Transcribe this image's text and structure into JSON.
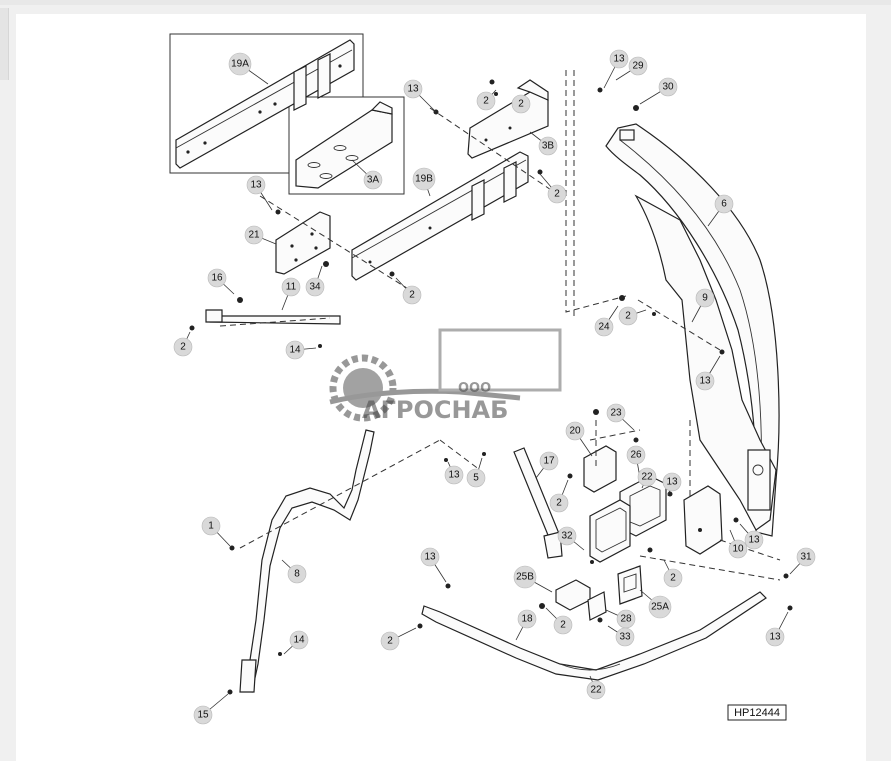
{
  "figure_id": "HP12444",
  "watermark": {
    "small": "ООО",
    "large": "АГРОСНАБ"
  },
  "callouts": [
    "19A",
    "3A",
    "13",
    "3B",
    "2",
    "29",
    "30",
    "6",
    "19B",
    "21",
    "34",
    "16",
    "11",
    "24",
    "9",
    "14",
    "23",
    "20",
    "26",
    "22",
    "17",
    "5",
    "1",
    "8",
    "32",
    "10",
    "31",
    "25B",
    "25A",
    "28",
    "33",
    "18",
    "15"
  ]
}
